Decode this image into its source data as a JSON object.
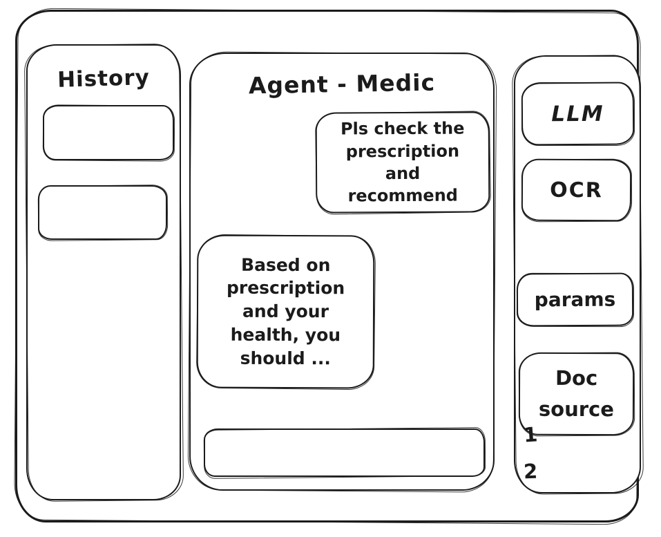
{
  "window": {
    "ink_color": "#1b1b1b",
    "background_color": "#ffffff",
    "style": "hand-drawn-wireframe"
  },
  "history_panel": {
    "title": "History"
  },
  "chat_panel": {
    "title": "Agent - Medic",
    "messages": [
      {
        "role": "user",
        "text": "Pls check the prescription and recommend"
      },
      {
        "role": "assistant",
        "text": "Based on prescription and your health, you should ..."
      }
    ],
    "input_value": ""
  },
  "tools_panel": {
    "llm_button": "LLM",
    "ocr_button": "OCR",
    "params_button": "params",
    "doc_source_button": "Doc source",
    "doc_items": [
      "1",
      "2"
    ]
  }
}
